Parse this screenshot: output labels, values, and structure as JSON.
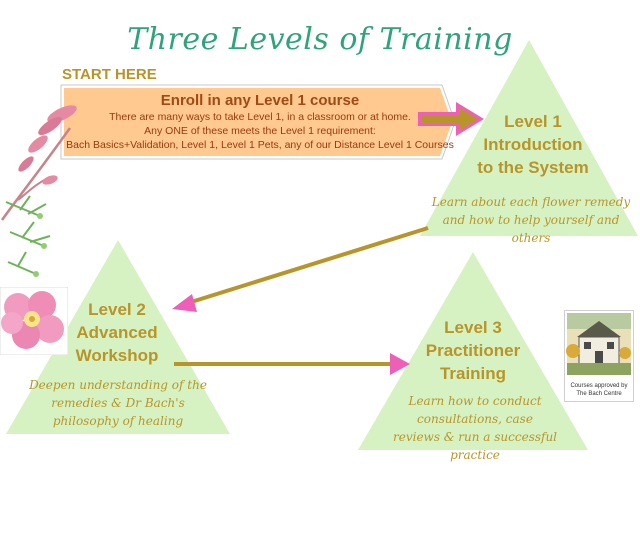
{
  "title": "Three Levels of Training",
  "start_here": "START HERE",
  "enroll": {
    "title": "Enroll in any Level 1 course",
    "line1": "There are many ways to take Level 1, in a classroom or at home.",
    "line2": "Any ONE of these meets the Level 1 requirement:",
    "line3": "Bach Basics+Validation, Level 1, Level 1 Pets, any of our Distance Level 1 Courses"
  },
  "levels": [
    {
      "title_lines": [
        "Level 1",
        "Introduction",
        "to the System"
      ],
      "desc_lines": [
        "Learn about each flower remedy",
        "and how to help yourself and others"
      ]
    },
    {
      "title_lines": [
        "Level 2",
        "Advanced",
        "Workshop"
      ],
      "desc_lines": [
        "Deepen  understanding of the",
        "remedies & Dr Bach's",
        "philosophy of healing"
      ]
    },
    {
      "title_lines": [
        "Level 3",
        "Practitioner",
        "Training"
      ],
      "desc_lines": [
        "Learn how to conduct",
        "consultations, case",
        "reviews & run a successful practice"
      ]
    }
  ],
  "badge": {
    "line1": "Courses approved by",
    "line2": "The Bach Centre"
  },
  "colors": {
    "triangle_fill": "#d7f2c2",
    "gold": "#b8952a",
    "title_green": "#2fa37a",
    "banner_fill": "#ffc98f",
    "arrow_pink": "#ee5fb8"
  }
}
